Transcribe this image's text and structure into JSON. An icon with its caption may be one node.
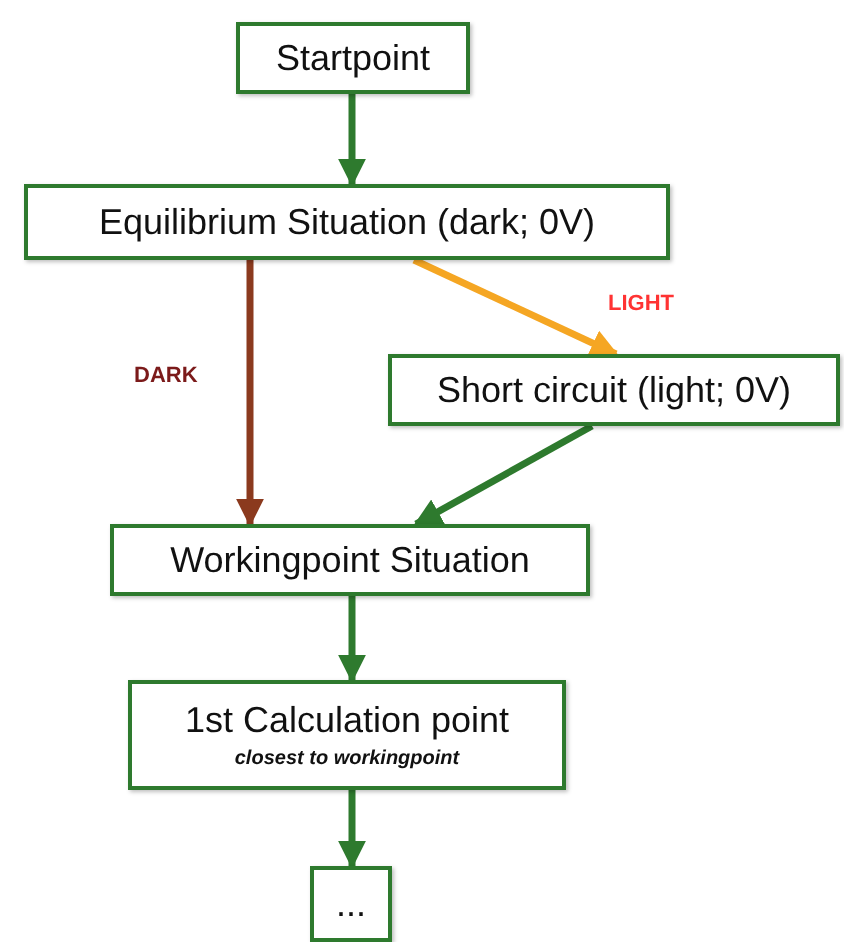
{
  "diagram": {
    "nodes": [
      {
        "text": [
          "Startpoint"
        ]
      },
      {
        "text": [
          "Equilibrium Situation (dark; 0V)"
        ]
      },
      {
        "text": [
          "Short circuit (light; 0V)"
        ]
      },
      {
        "text": [
          "Workingpoint Situation"
        ]
      },
      {
        "text": [
          "1st Calculation point",
          "closest to workingpoint"
        ]
      },
      {
        "text": [
          "..."
        ]
      }
    ],
    "edges": [
      {
        "from": 0,
        "to": 1,
        "arrow": "to"
      },
      {
        "from": 1,
        "to": 3,
        "arrow": "to",
        "label": "DARK",
        "color": "#8b3a1e"
      },
      {
        "from": 1,
        "to": 2,
        "arrow": "to",
        "label": "LIGHT",
        "color": "#f5a623"
      },
      {
        "from": 2,
        "to": 3,
        "arrow": "to"
      },
      {
        "from": 3,
        "to": 4,
        "arrow": "to"
      },
      {
        "from": 4,
        "to": 5,
        "arrow": "to"
      }
    ]
  }
}
